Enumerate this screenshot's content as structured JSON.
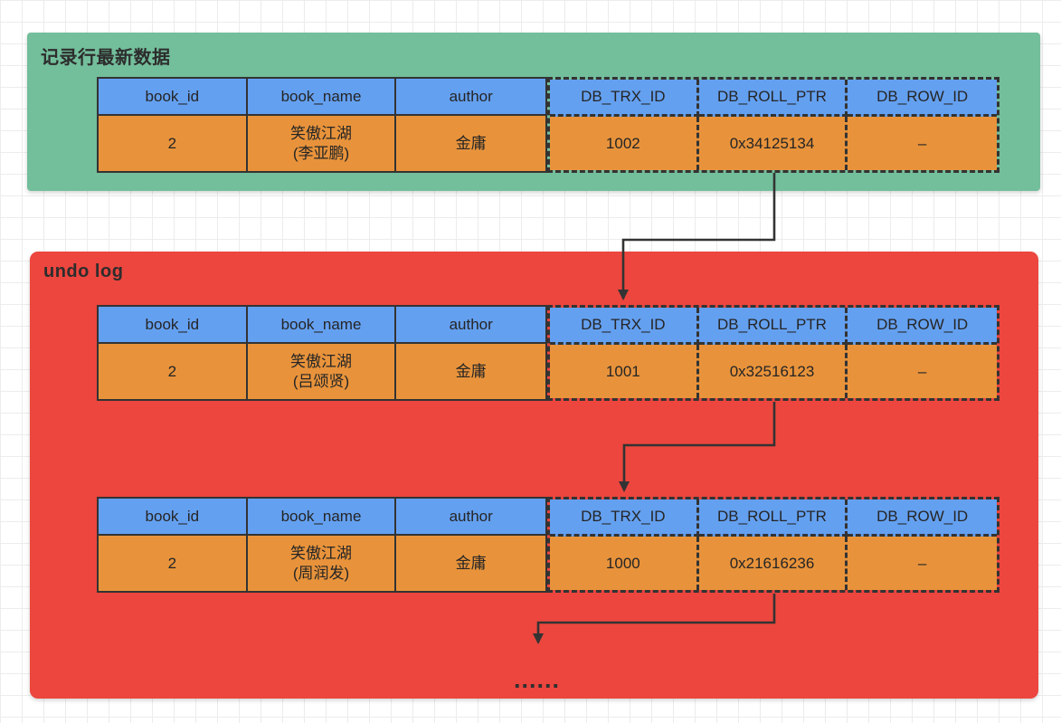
{
  "colors": {
    "latest_section_bg": "#73be9b",
    "undo_section_bg": "#ec463e",
    "header_cell_bg": "#64a0f0",
    "data_cell_bg": "#e8933b",
    "line": "#333333"
  },
  "latest_section": {
    "title": "记录行最新数据"
  },
  "undo_section": {
    "title": "undo log",
    "ellipsis": "......"
  },
  "columns": [
    "book_id",
    "book_name",
    "author",
    "DB_TRX_ID",
    "DB_ROLL_PTR",
    "DB_ROW_ID"
  ],
  "tables": [
    {
      "name": "latest-row",
      "cells": [
        "2",
        "笑傲江湖\n(李亚鹏)",
        "金庸",
        "1002",
        "0x34125134",
        "–"
      ]
    },
    {
      "name": "undo-version-2",
      "cells": [
        "2",
        "笑傲江湖\n(吕颂贤)",
        "金庸",
        "1001",
        "0x32516123",
        "–"
      ]
    },
    {
      "name": "undo-version-1",
      "cells": [
        "2",
        "笑傲江湖\n(周润发)",
        "金庸",
        "1000",
        "0x21616236",
        "–"
      ]
    }
  ]
}
